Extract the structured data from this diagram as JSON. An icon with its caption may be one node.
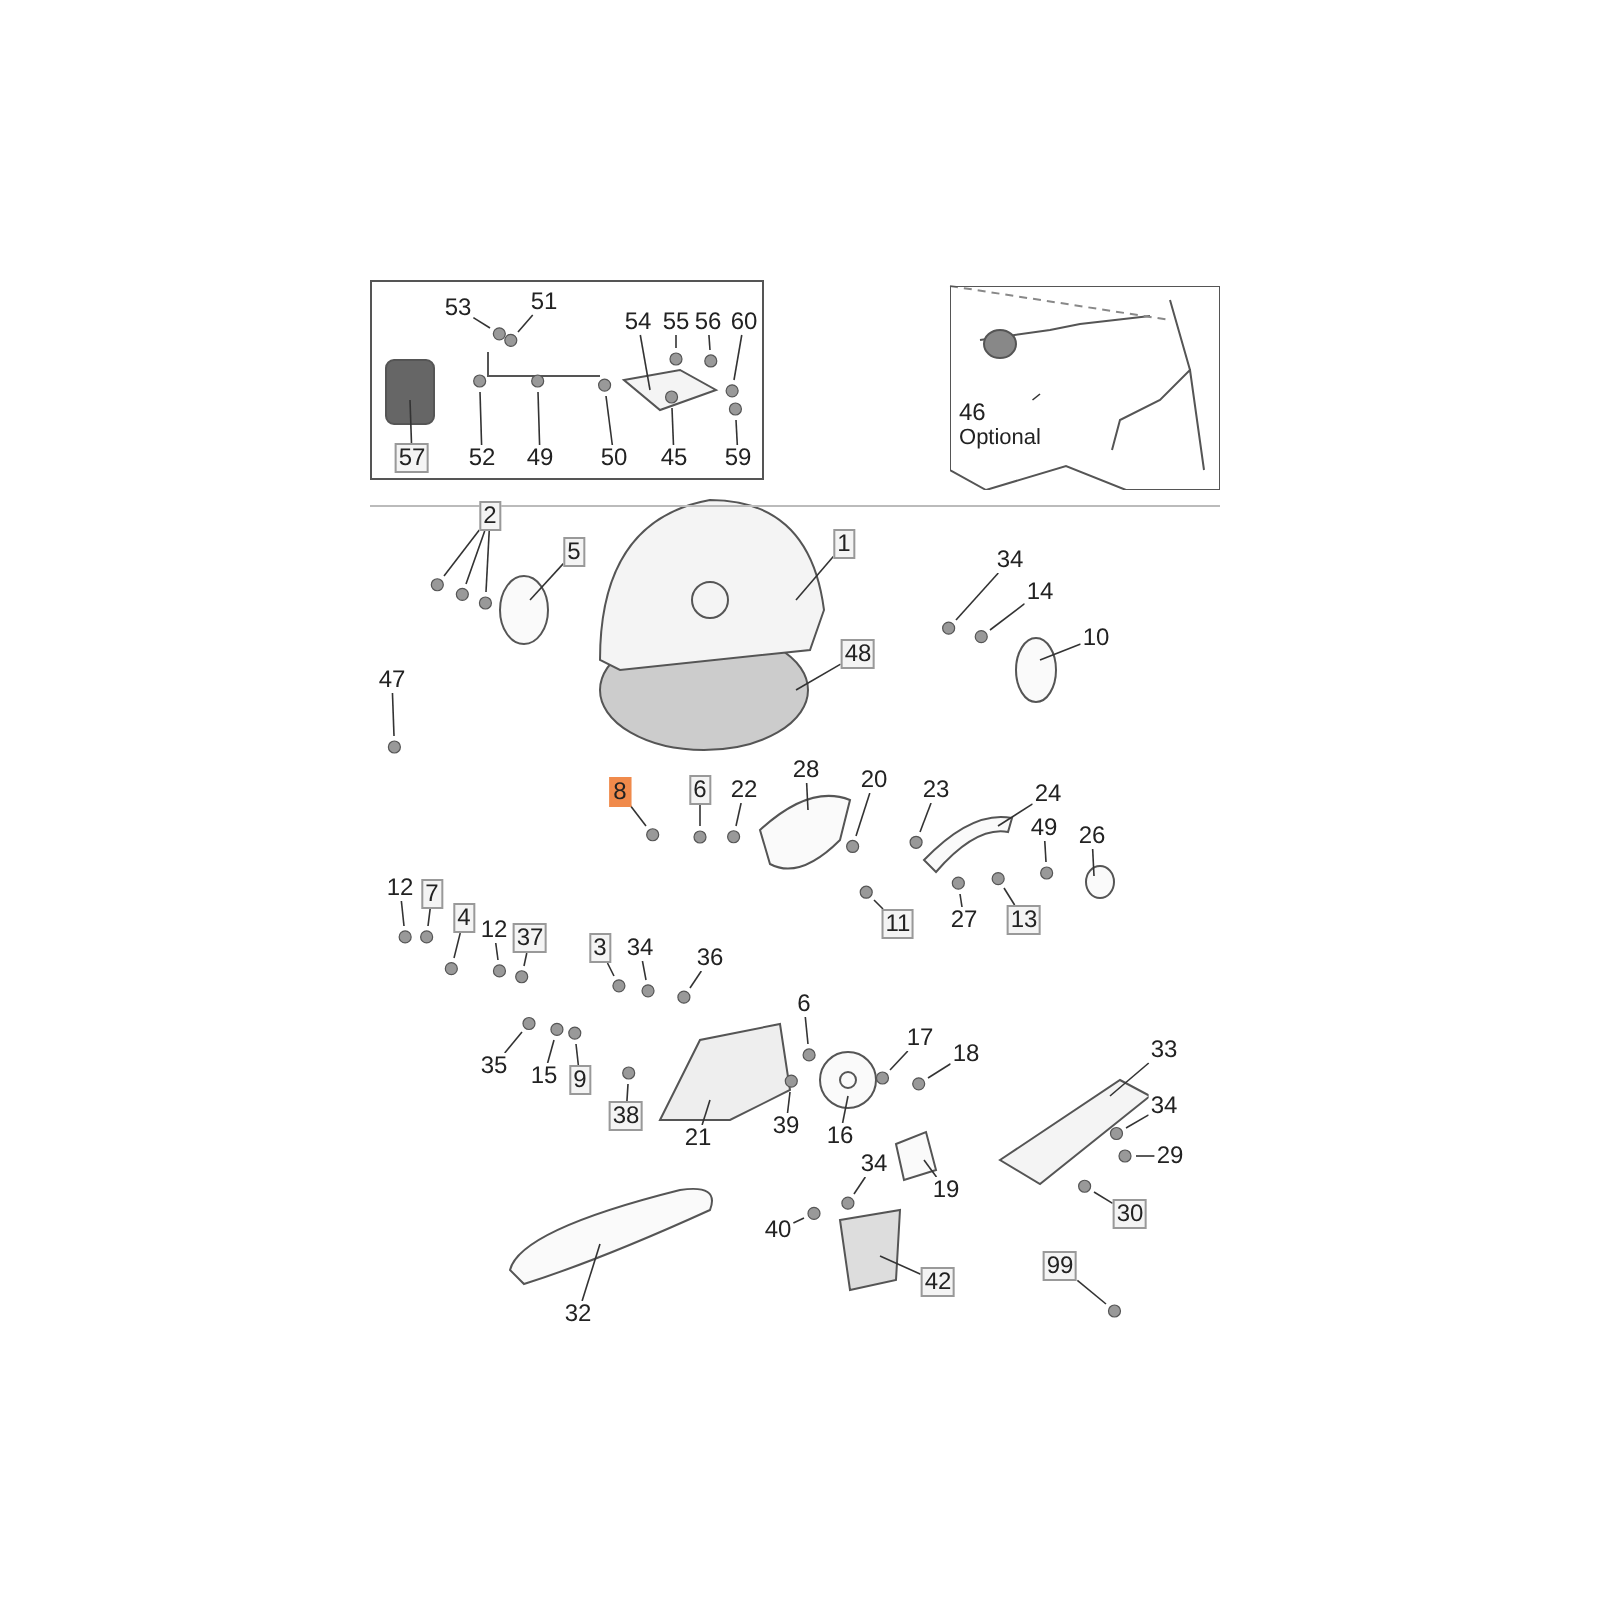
{
  "diagram": {
    "nodes": [
      {
        "text": [],
        "shape": "box"
      },
      {
        "text": [
          "53"
        ],
        "in": 0
      },
      {
        "text": [
          "51"
        ],
        "in": 0
      },
      {
        "text": [
          "54"
        ],
        "in": 0
      },
      {
        "text": [
          "55"
        ],
        "in": 0
      },
      {
        "text": [
          "56"
        ],
        "in": 0
      },
      {
        "text": [
          "60"
        ],
        "in": 0
      },
      {
        "text": [
          "57"
        ],
        "in": 0
      },
      {
        "text": [
          "52"
        ],
        "in": 0
      },
      {
        "text": [
          "49"
        ],
        "in": 0
      },
      {
        "text": [
          "50"
        ],
        "in": 0
      },
      {
        "text": [
          "45"
        ],
        "in": 0
      },
      {
        "text": [
          "59"
        ],
        "in": 0
      },
      {
        "text": [],
        "shape": "box"
      },
      {
        "text": [
          "46",
          "Optional"
        ],
        "in": 13
      },
      {
        "text": [
          "2"
        ]
      },
      {
        "text": [
          "1"
        ]
      },
      {
        "text": [
          "5"
        ]
      },
      {
        "text": [
          "34"
        ]
      },
      {
        "text": [
          "14"
        ]
      },
      {
        "text": [
          "10"
        ]
      },
      {
        "text": [
          "48"
        ]
      },
      {
        "text": [
          "47"
        ]
      },
      {
        "text": [
          "8"
        ]
      },
      {
        "text": [
          "6"
        ]
      },
      {
        "text": [
          "22"
        ]
      },
      {
        "text": [
          "28"
        ]
      },
      {
        "text": [
          "20"
        ]
      },
      {
        "text": [
          "23"
        ]
      },
      {
        "text": [
          "24"
        ]
      },
      {
        "text": [
          "49"
        ]
      },
      {
        "text": [
          "26"
        ]
      },
      {
        "text": [
          "12"
        ]
      },
      {
        "text": [
          "7"
        ]
      },
      {
        "text": [
          "11"
        ]
      },
      {
        "text": [
          "27"
        ]
      },
      {
        "text": [
          "13"
        ]
      },
      {
        "text": [
          "4"
        ]
      },
      {
        "text": [
          "12"
        ]
      },
      {
        "text": [
          "37"
        ]
      },
      {
        "text": [
          "3"
        ]
      },
      {
        "text": [
          "34"
        ]
      },
      {
        "text": [
          "36"
        ]
      },
      {
        "text": [
          "6"
        ]
      },
      {
        "text": [
          "17"
        ]
      },
      {
        "text": [
          "18"
        ]
      },
      {
        "text": [
          "33"
        ]
      },
      {
        "text": [
          "35"
        ]
      },
      {
        "text": [
          "15"
        ]
      },
      {
        "text": [
          "9"
        ]
      },
      {
        "text": [
          "34"
        ]
      },
      {
        "text": [
          "38"
        ]
      },
      {
        "text": [
          "21"
        ]
      },
      {
        "text": [
          "39"
        ]
      },
      {
        "text": [
          "16"
        ]
      },
      {
        "text": [
          "29"
        ]
      },
      {
        "text": [
          "34"
        ]
      },
      {
        "text": [
          "19"
        ]
      },
      {
        "text": [
          "30"
        ]
      },
      {
        "text": [
          "40"
        ]
      },
      {
        "text": [
          "42"
        ]
      },
      {
        "text": [
          "99"
        ]
      },
      {
        "text": [
          "32"
        ]
      }
    ],
    "edges": [
      {
        "from": 1,
        "to": null,
        "arrow": "none"
      },
      {
        "from": 2,
        "to": null,
        "arrow": "none"
      },
      {
        "from": 3,
        "to": null,
        "arrow": "none"
      },
      {
        "from": 4,
        "to": null,
        "arrow": "none"
      },
      {
        "from": 5,
        "to": null,
        "arrow": "none"
      },
      {
        "from": 6,
        "to": null,
        "arrow": "none"
      },
      {
        "from": 7,
        "to": null,
        "arrow": "none"
      },
      {
        "from": 8,
        "to": null,
        "arrow": "none"
      },
      {
        "from": 9,
        "to": null,
        "arrow": "none"
      },
      {
        "from": 10,
        "to": null,
        "arrow": "none"
      },
      {
        "from": 11,
        "to": null,
        "arrow": "none"
      },
      {
        "from": 12,
        "to": null,
        "arrow": "none"
      },
      {
        "from": 14,
        "to": null,
        "arrow": "none"
      },
      {
        "from": 15,
        "to": null,
        "arrow": "none"
      },
      {
        "from": 15,
        "to": null,
        "arrow": "none"
      },
      {
        "from": 15,
        "to": null,
        "arrow": "none"
      },
      {
        "from": 16,
        "to": null,
        "arrow": "none"
      },
      {
        "from": 17,
        "to": null,
        "arrow": "none"
      },
      {
        "from": 18,
        "to": null,
        "arrow": "none"
      },
      {
        "from": 19,
        "to": null,
        "arrow": "none"
      },
      {
        "from": 20,
        "to": null,
        "arrow": "none"
      },
      {
        "from": 21,
        "to": null,
        "arrow": "none"
      },
      {
        "from": 22,
        "to": null,
        "arrow": "none"
      },
      {
        "from": 23,
        "to": null,
        "arrow": "none"
      },
      {
        "from": 24,
        "to": null,
        "arrow": "none"
      },
      {
        "from": 25,
        "to": null,
        "arrow": "none"
      },
      {
        "from": 26,
        "to": null,
        "arrow": "none"
      },
      {
        "from": 27,
        "to": null,
        "arrow": "none"
      },
      {
        "from": 28,
        "to": null,
        "arrow": "none"
      },
      {
        "from": 29,
        "to": null,
        "arrow": "none"
      },
      {
        "from": 30,
        "to": null,
        "arrow": "none"
      },
      {
        "from": 31,
        "to": null,
        "arrow": "none"
      },
      {
        "from": 32,
        "to": null,
        "arrow": "none"
      },
      {
        "from": 33,
        "to": null,
        "arrow": "none"
      },
      {
        "from": 34,
        "to": null,
        "arrow": "none"
      },
      {
        "from": 35,
        "to": null,
        "arrow": "none"
      },
      {
        "from": 36,
        "to": null,
        "arrow": "none"
      },
      {
        "from": 37,
        "to": null,
        "arrow": "none"
      },
      {
        "from": 38,
        "to": null,
        "arrow": "none"
      },
      {
        "from": 39,
        "to": null,
        "arrow": "none"
      },
      {
        "from": 40,
        "to": null,
        "arrow": "none"
      },
      {
        "from": 41,
        "to": null,
        "arrow": "none"
      },
      {
        "from": 42,
        "to": null,
        "arrow": "none"
      },
      {
        "from": 43,
        "to": null,
        "arrow": "none"
      },
      {
        "from": 44,
        "to": null,
        "arrow": "none"
      },
      {
        "from": 45,
        "to": null,
        "arrow": "none"
      },
      {
        "from": 46,
        "to": null,
        "arrow": "none"
      },
      {
        "from": 47,
        "to": null,
        "arrow": "none"
      },
      {
        "from": 48,
        "to": null,
        "arrow": "none"
      },
      {
        "from": 49,
        "to": null,
        "arrow": "none"
      },
      {
        "from": 50,
        "to": null,
        "arrow": "none"
      },
      {
        "from": 51,
        "to": null,
        "arrow": "none"
      },
      {
        "from": 52,
        "to": null,
        "arrow": "none"
      },
      {
        "from": 53,
        "to": null,
        "arrow": "none"
      },
      {
        "from": 54,
        "to": null,
        "arrow": "none"
      },
      {
        "from": 55,
        "to": null,
        "arrow": "none"
      },
      {
        "from": 56,
        "to": null,
        "arrow": "none"
      },
      {
        "from": 57,
        "to": null,
        "arrow": "none"
      },
      {
        "from": 58,
        "to": null,
        "arrow": "none"
      },
      {
        "from": 59,
        "to": null,
        "arrow": "none"
      },
      {
        "from": 60,
        "to": null,
        "arrow": "none"
      },
      {
        "from": 61,
        "to": null,
        "arrow": "none"
      },
      {
        "from": 62,
        "to": null,
        "arrow": "none"
      }
    ]
  }
}
